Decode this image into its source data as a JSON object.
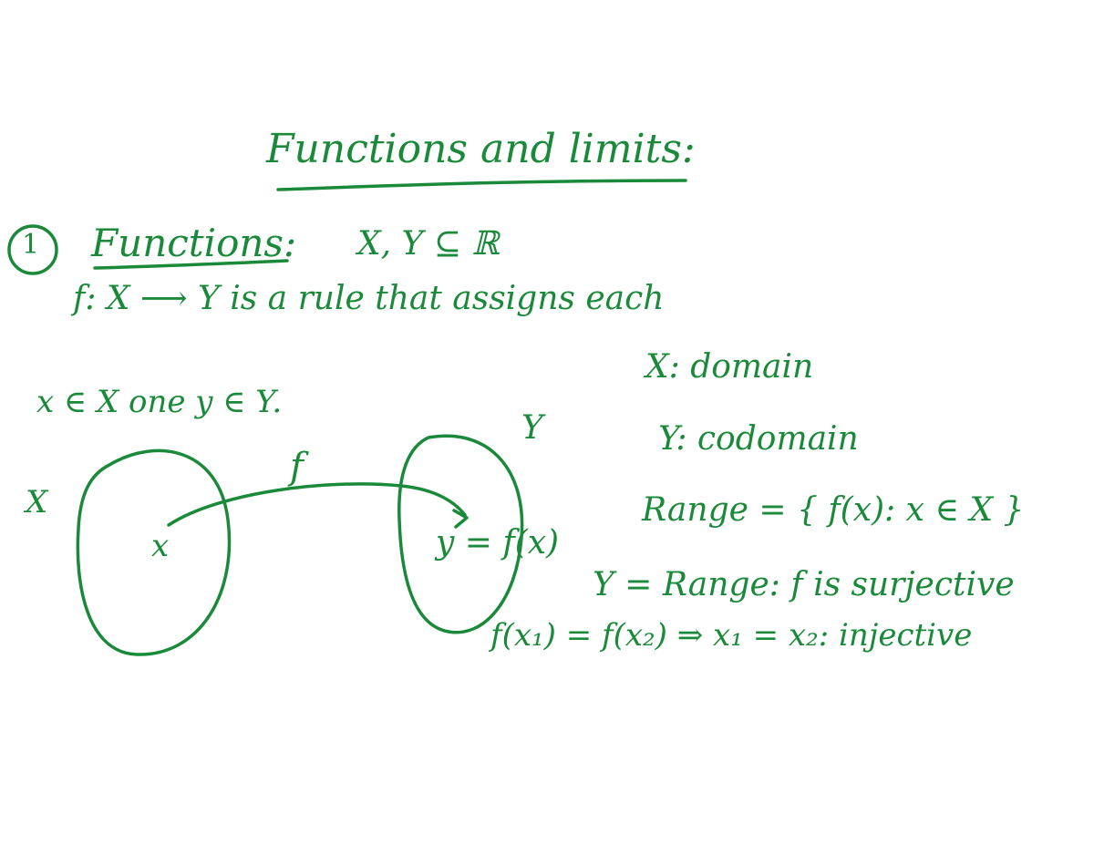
{
  "ink_color": "#1a8a3a",
  "title": "Functions and limits:",
  "section": {
    "number": "1",
    "heading": "Functions:",
    "sets": "X, Y ⊆ ℝ"
  },
  "definition": {
    "line1": "f: X ⟶ Y  is a rule that assigns each",
    "line2": "x ∈ X  one y ∈ Y."
  },
  "notes": {
    "domain": "X: domain",
    "codomain": "Y: codomain",
    "range": "Range = { f(x): x ∈ X }",
    "surjective": "Y = Range:  f  is surjective",
    "injective": "f(x₁) = f(x₂) ⇒ x₁ = x₂:  injective"
  },
  "diagram": {
    "domain_label": "X",
    "codomain_label": "Y",
    "map_label": "f",
    "element": "x",
    "image": "y = f(x)"
  }
}
